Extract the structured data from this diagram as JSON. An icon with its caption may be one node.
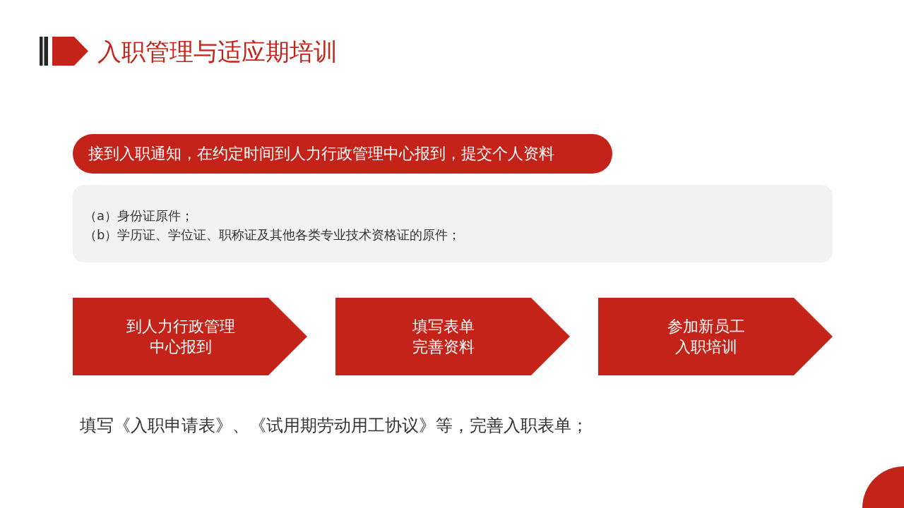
{
  "diagram": {
    "title": "入职管理与适应期培训",
    "nodes": [
      {
        "text": [
          "接到入职通知，在约定时间到人力行政管理中心报到，提交个人资料"
        ]
      },
      {
        "text": [
          "（a）身份证原件；",
          "（b）学历证、学位证、职称证及其他各类专业技术资格证的原件；"
        ]
      },
      {
        "text": [
          "到人力行政管理中心报到"
        ]
      },
      {
        "text": [
          "填写表单完善资料"
        ]
      },
      {
        "text": [
          "参加新员工入职培训"
        ]
      }
    ],
    "labels": [
      "填写《入职申请表》、《试用期劳动用工协议》等，完善入职表单；"
    ]
  }
}
